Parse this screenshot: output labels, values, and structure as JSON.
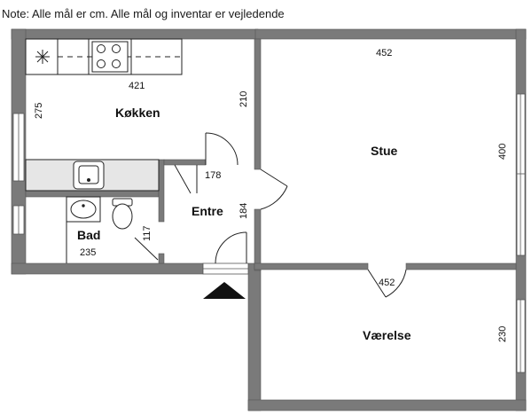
{
  "note": "Note: Alle mål er cm. Alle mål og inventar er vejledende",
  "rooms": {
    "kitchen": "Køkken",
    "living": "Stue",
    "entrance": "Entre",
    "bathroom": "Bad",
    "bedroom": "Værelse"
  },
  "dimensions": {
    "kitchen_width": "421",
    "kitchen_depth": "275",
    "kitchen_side": "210",
    "entrance_width": "178",
    "entrance_depth": "184",
    "bath_width": "235",
    "bath_depth": "117",
    "living_width": "452",
    "living_depth": "400",
    "bedroom_width": "452",
    "bedroom_depth": "230"
  },
  "colors": {
    "wall": "#7a7a7a",
    "wall_edge": "#555555",
    "counter": "#e6e6e6",
    "line": "#222222"
  }
}
